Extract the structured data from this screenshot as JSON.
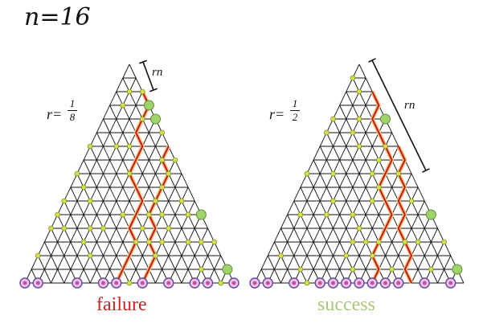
{
  "title": "n=16",
  "colors": {
    "grid": "#111111",
    "node_fill": "#d4e04a",
    "node_stroke": "#6a7a18",
    "path": "#c01818",
    "path_glow": "#f1c27d",
    "target_fill": "#9fd36b",
    "bottom_ring": "#6b3fa0",
    "failure": "#d42020",
    "success": "#a8c87a"
  },
  "left_panel": {
    "r_label": "r=",
    "r_num": "1",
    "r_den": "8",
    "rn_label": "rn",
    "caption": "failure"
  },
  "right_panel": {
    "r_label": "r=",
    "r_num": "1",
    "r_den": "2",
    "rn_label": "rn",
    "caption": "success"
  }
}
